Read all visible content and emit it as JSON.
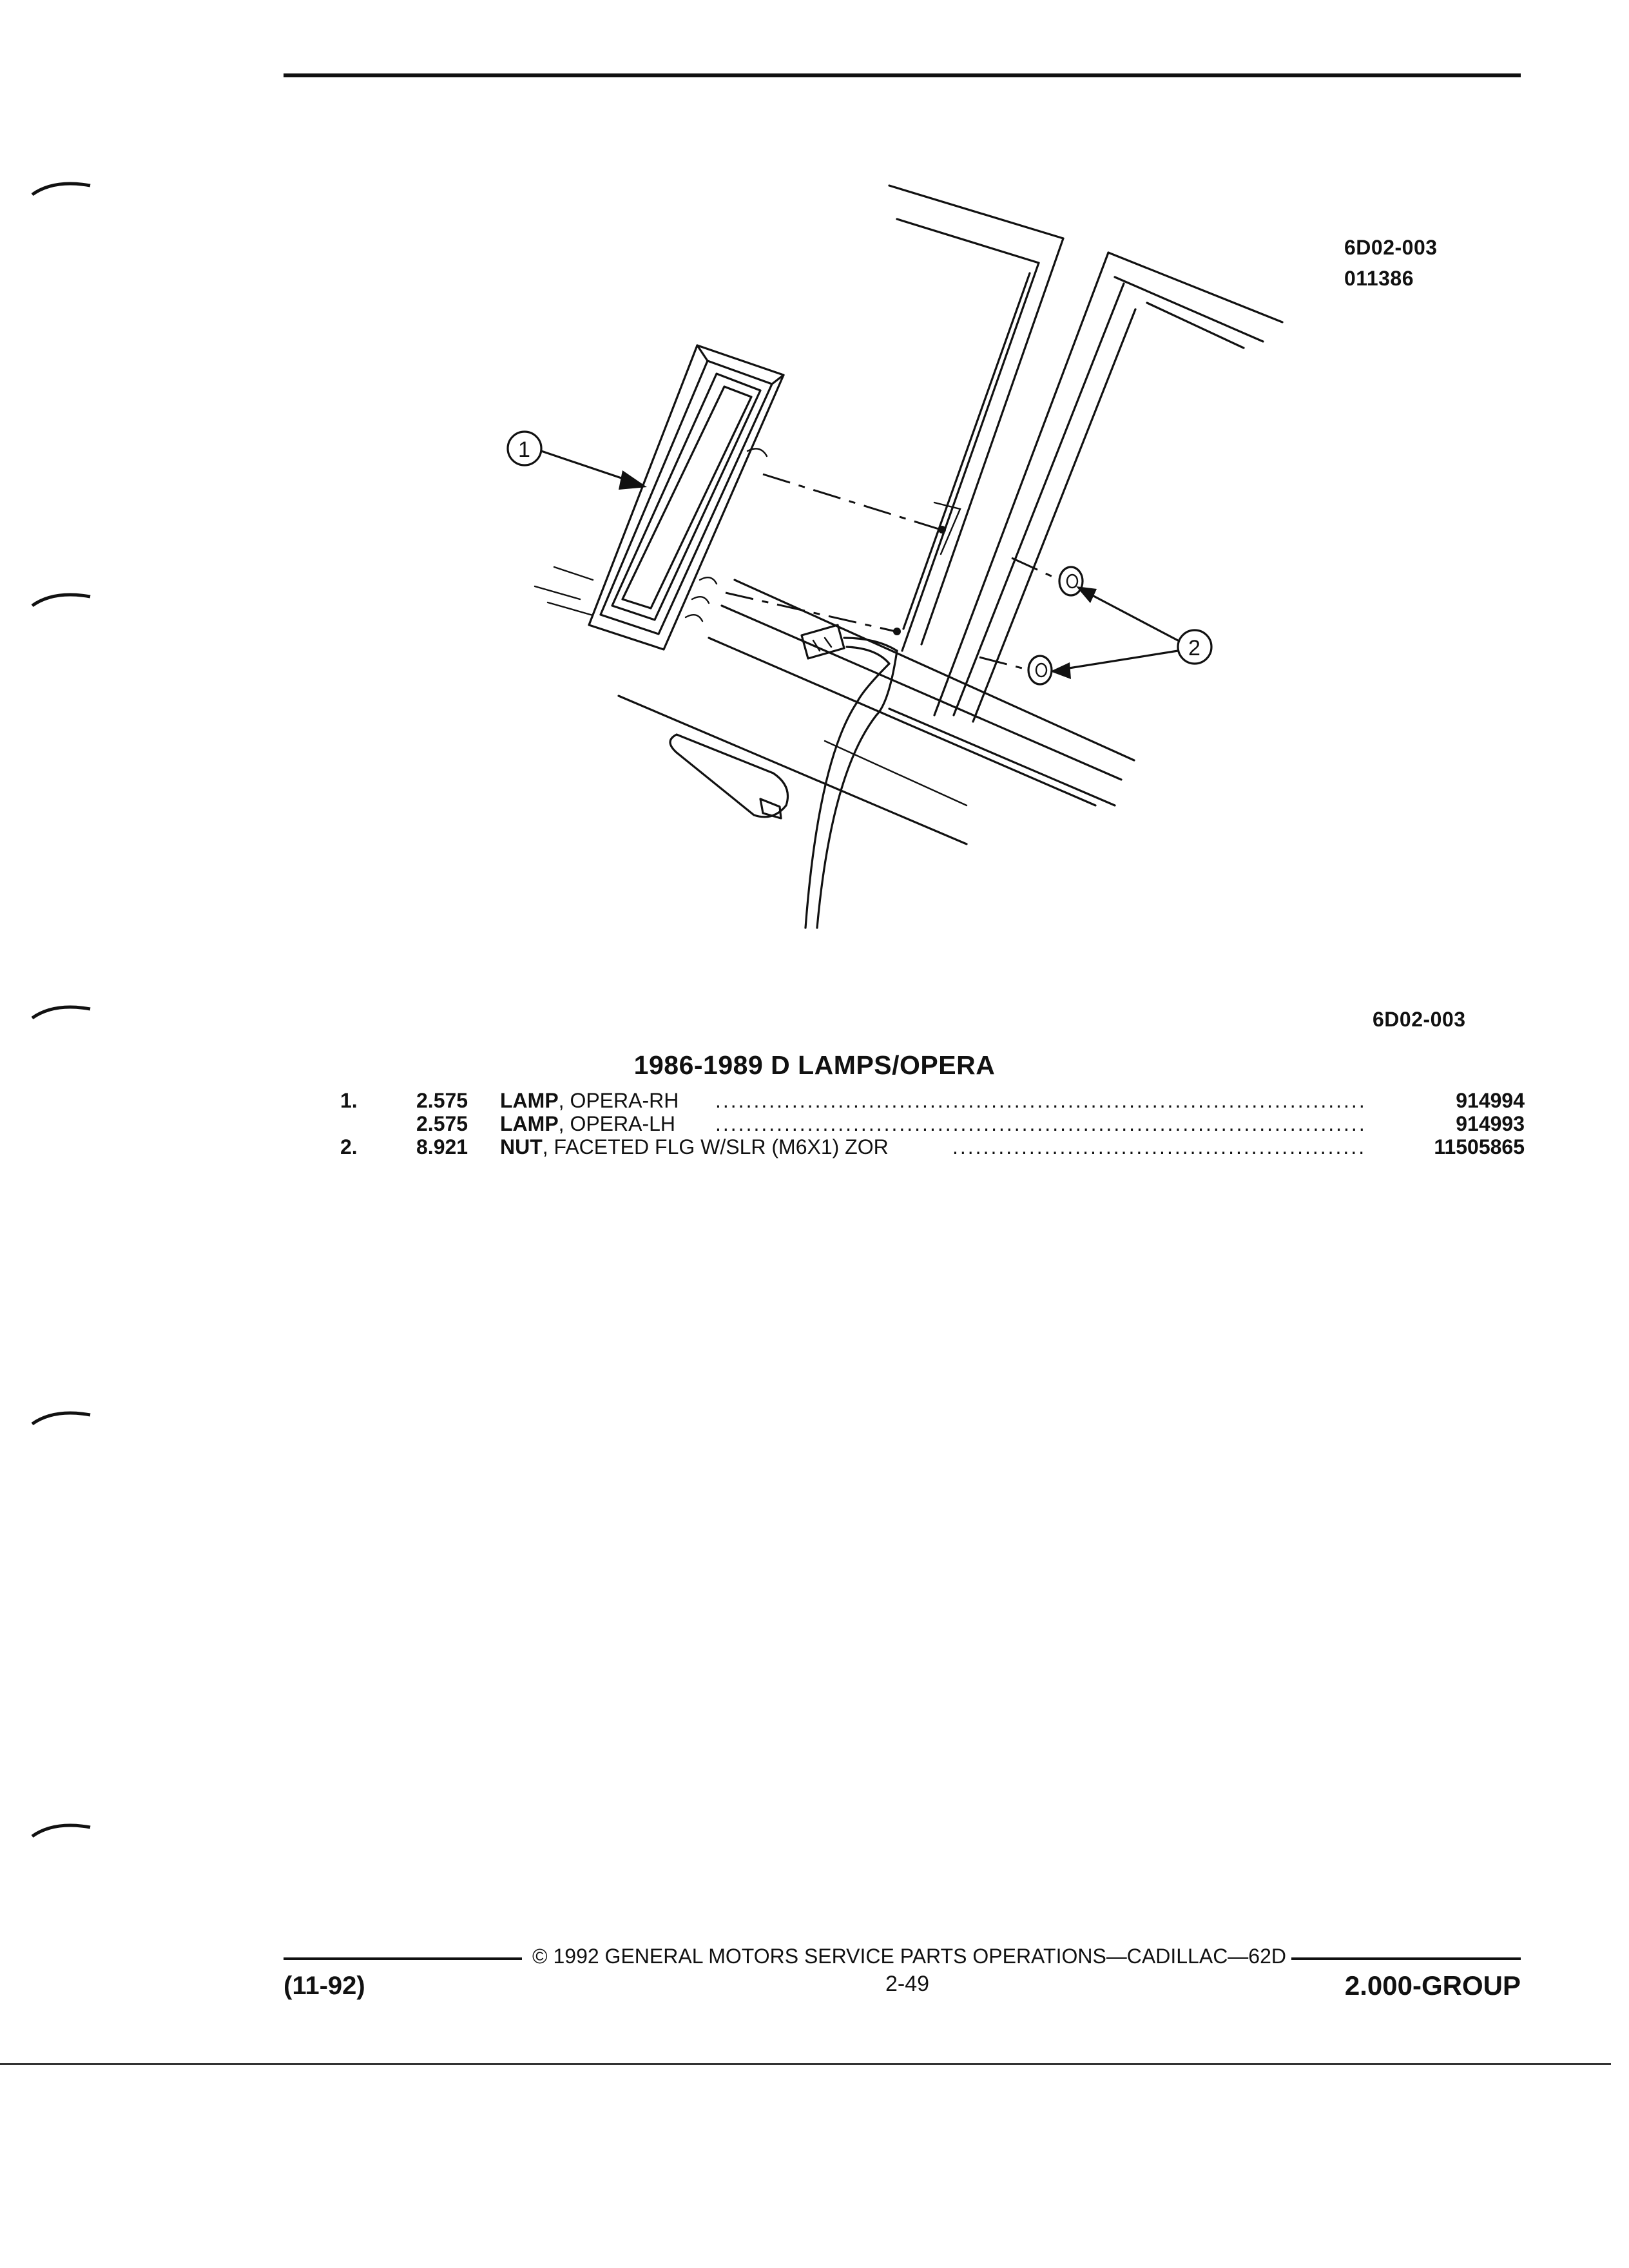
{
  "illustration": {
    "code": "6D02-003",
    "number": "011386",
    "callouts": [
      "1",
      "2"
    ]
  },
  "section": {
    "code": "6D02-003",
    "title": "1986-1989 D LAMPS/OPERA"
  },
  "parts": [
    {
      "item": "1.",
      "price": "2.575",
      "name": "LAMP",
      "desc": ", OPERA-RH",
      "part_no": "914994"
    },
    {
      "item": "",
      "price": "2.575",
      "name": "LAMP",
      "desc": ", OPERA-LH",
      "part_no": "914993"
    },
    {
      "item": "2.",
      "price": "8.921",
      "name": "NUT",
      "desc": ", FACETED FLG W/SLR (M6X1) ZOR",
      "part_no": "11505865"
    }
  ],
  "footer": {
    "copyright": "© 1992 GENERAL MOTORS SERVICE PARTS OPERATIONS—CADILLAC—62D",
    "date": "(11-92)",
    "page": "2-49",
    "group": "2.000-GROUP"
  }
}
